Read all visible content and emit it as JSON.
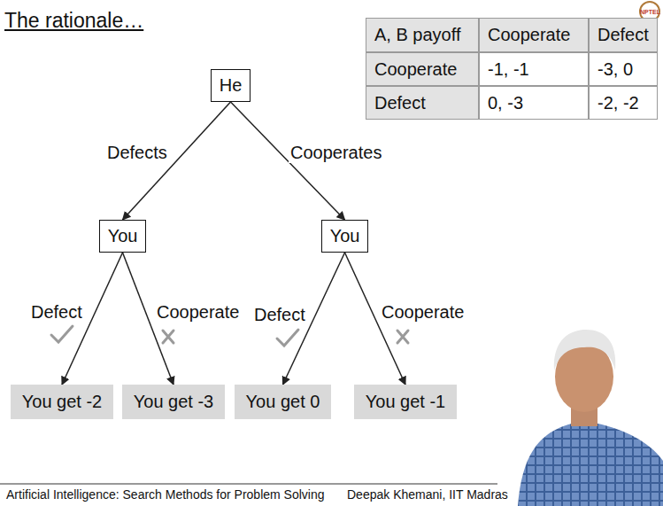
{
  "diagram": {
    "title": "The rationale…",
    "nodes": [
      {
        "text": [
          "He"
        ]
      },
      {
        "text": [
          "You"
        ]
      },
      {
        "text": [
          "You"
        ]
      },
      {
        "text": [
          "You get -2"
        ]
      },
      {
        "text": [
          "You get -3"
        ]
      },
      {
        "text": [
          "You get 0"
        ]
      },
      {
        "text": [
          "You get -1"
        ]
      }
    ],
    "edges": [
      {
        "from": 0,
        "to": 1,
        "arrow": "to",
        "label": "Defects"
      },
      {
        "from": 0,
        "to": 2,
        "arrow": "to",
        "label": "Cooperates"
      },
      {
        "from": 1,
        "to": 3,
        "arrow": "to",
        "label": "Defect"
      },
      {
        "from": 1,
        "to": 4,
        "arrow": "to",
        "label": "Cooperate"
      },
      {
        "from": 2,
        "to": 5,
        "arrow": "to",
        "label": "Defect"
      },
      {
        "from": 2,
        "to": 6,
        "arrow": "to",
        "label": "Cooperate"
      }
    ],
    "labels": [
      "A, B payoff",
      "Cooperate",
      "Defect",
      "Cooperate",
      "-1, -1",
      "-3, 0",
      "Defect",
      "0, -3",
      "-2, -2",
      "NPTEL",
      "Artificial Intelligence: Search Methods for Problem Solving",
      "Deepak Khemani, IIT Madras"
    ]
  }
}
